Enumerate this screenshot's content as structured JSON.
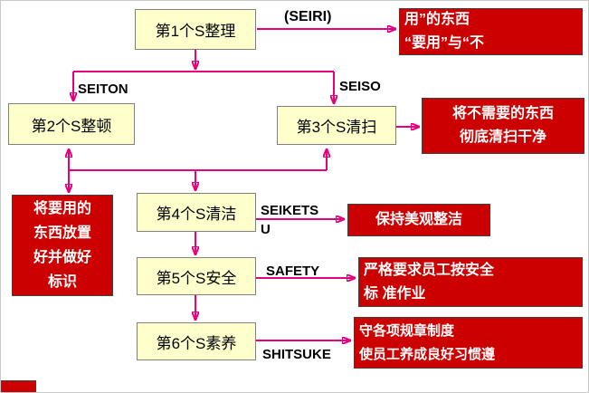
{
  "colors": {
    "step_box_bg": "#FFFFCC",
    "note_box_bg": "#CC0000",
    "note_text": "#FFFFFF",
    "arrow": "#E6007E",
    "label_text": "#000000"
  },
  "steps": {
    "s1": "第1个S整理",
    "s2": "第2个S整顿",
    "s3": "第3个S清扫",
    "s4": "第4个S清洁",
    "s5": "第5个S安全",
    "s6": "第6个S素养"
  },
  "labels": {
    "seiri": "(SEIRI)",
    "seiton": "SEITON",
    "seiso": "SEISO",
    "seiketsu_l1": "SEIKETS",
    "seiketsu_l2": "U",
    "safety": "SAFETY",
    "shitsuke": "SHITSUKE"
  },
  "notes": {
    "seiri": [
      "用”的东西",
      "“要用”与“不"
    ],
    "seiso": [
      "将不需要的东西",
      "彻底清扫干净"
    ],
    "seiton": [
      "将要用的",
      "东西放置",
      "好并做好",
      "标识"
    ],
    "seiketsu": [
      "保持美观整洁"
    ],
    "safety": [
      "严格要求员工按安全",
      "标 准作业"
    ],
    "shitsuke": [
      "守各项规章制度",
      "使员工养成良好习惯遵"
    ]
  }
}
